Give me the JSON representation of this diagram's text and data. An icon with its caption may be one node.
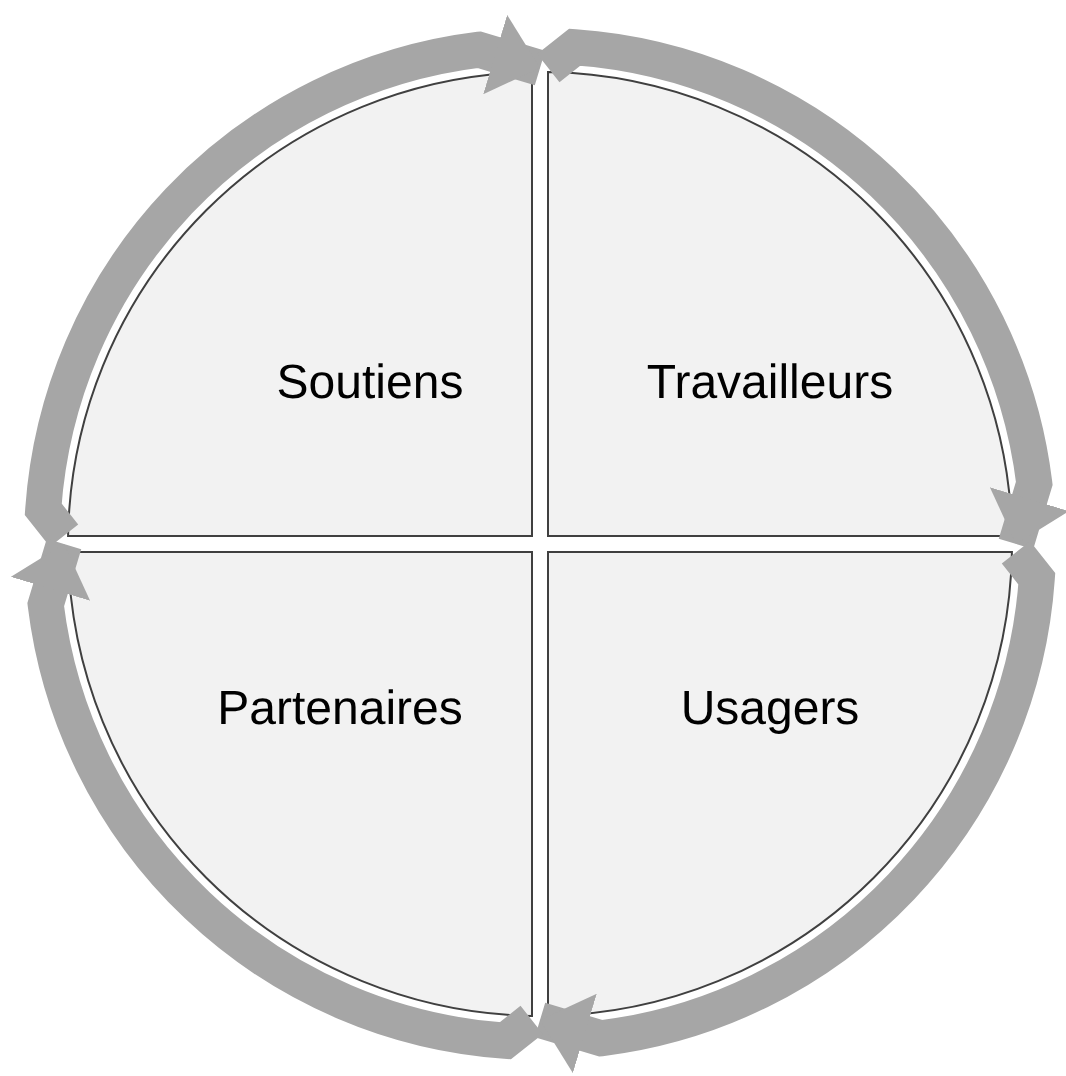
{
  "diagram": {
    "nodes": [
      {
        "text": [
          "Soutiens"
        ]
      },
      {
        "text": [
          "Travailleurs"
        ]
      },
      {
        "text": [
          "Partenaires"
        ]
      },
      {
        "text": [
          "Usagers"
        ]
      }
    ],
    "edges": [
      {
        "from": 0,
        "to": 1,
        "arrow": "to"
      },
      {
        "from": 1,
        "to": 3,
        "arrow": "to"
      },
      {
        "from": 3,
        "to": 2,
        "arrow": "to"
      },
      {
        "from": 2,
        "to": 0,
        "arrow": "to"
      }
    ]
  }
}
